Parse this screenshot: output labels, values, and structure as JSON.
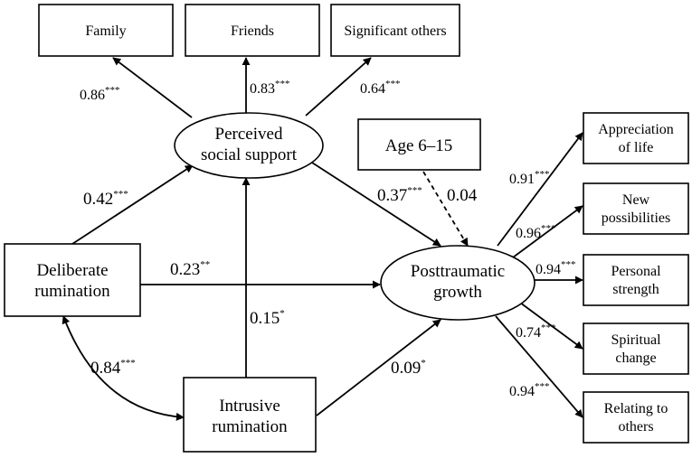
{
  "nodes": {
    "family": "Family",
    "friends": "Friends",
    "significant_others": "Significant others",
    "perceived_support": [
      "Perceived",
      "social support"
    ],
    "age": "Age 6–15",
    "deliberate": [
      "Deliberate",
      "rumination"
    ],
    "intrusive": [
      "Intrusive",
      "rumination"
    ],
    "ptg": [
      "Posttraumatic",
      "growth"
    ],
    "appreciation": [
      "Appreciation",
      "of life"
    ],
    "new_possibilities": [
      "New",
      "possibilities"
    ],
    "personal_strength": [
      "Personal",
      "strength"
    ],
    "spiritual_change": [
      "Spiritual",
      "change"
    ],
    "relating": [
      "Relating to",
      "others"
    ]
  },
  "paths": {
    "pss_family": {
      "value": "0.86",
      "sig": "***"
    },
    "pss_friends": {
      "value": "0.83",
      "sig": "***"
    },
    "pss_significant": {
      "value": "0.64",
      "sig": "***"
    },
    "dr_pss": {
      "value": "0.42",
      "sig": "***"
    },
    "pss_ptg": {
      "value": "0.37",
      "sig": "***"
    },
    "age_ptg": {
      "value": "0.04",
      "sig": ""
    },
    "dr_ptg": {
      "value": "0.23",
      "sig": "**"
    },
    "ir_pss": {
      "value": "0.15",
      "sig": "*"
    },
    "dr_ir": {
      "value": "0.84",
      "sig": "***"
    },
    "ir_ptg": {
      "value": "0.09",
      "sig": "*"
    },
    "ptg_appreciation": {
      "value": "0.91",
      "sig": "***"
    },
    "ptg_new": {
      "value": "0.96",
      "sig": "***"
    },
    "ptg_strength": {
      "value": "0.94",
      "sig": "***"
    },
    "ptg_spiritual": {
      "value": "0.74",
      "sig": "***"
    },
    "ptg_relating": {
      "value": "0.94",
      "sig": "***"
    }
  }
}
